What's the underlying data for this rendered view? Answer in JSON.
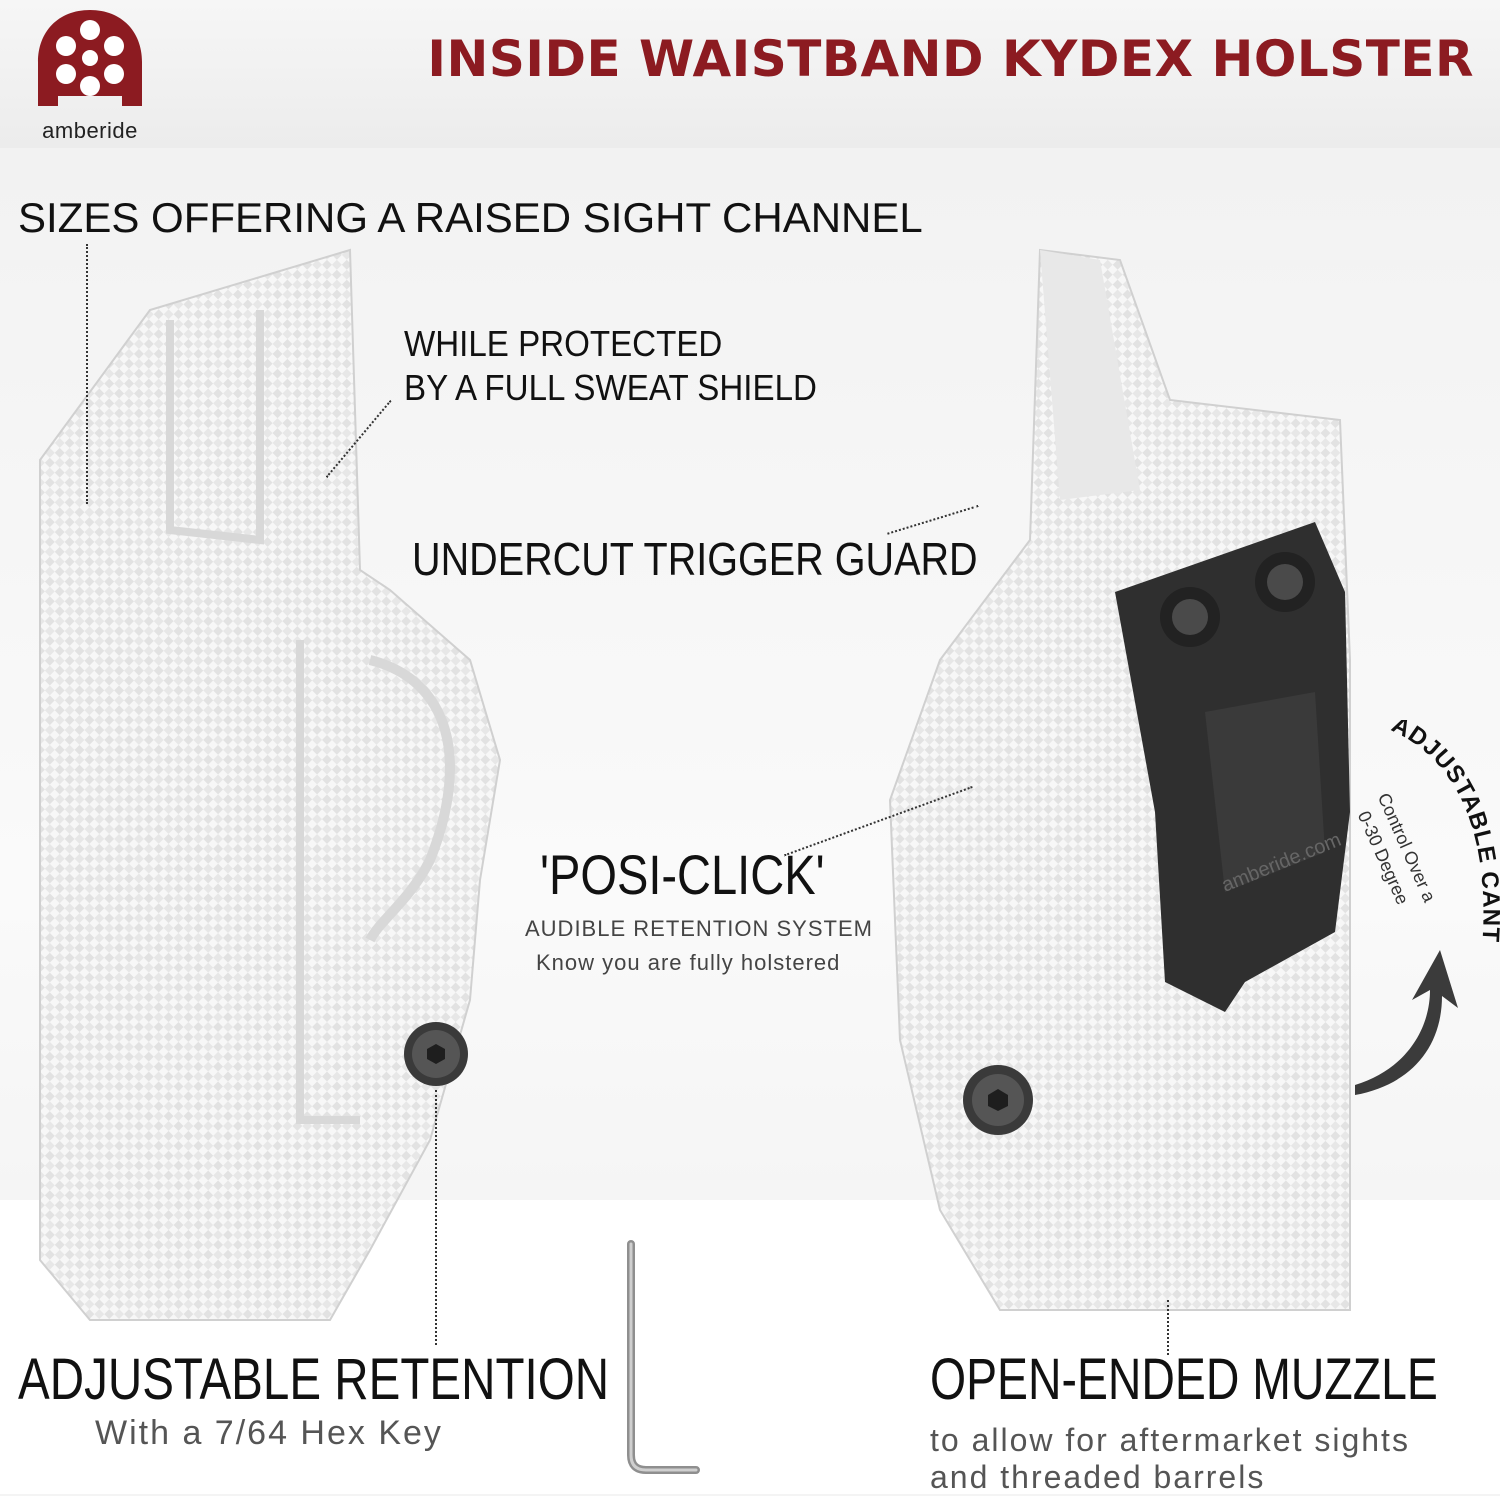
{
  "brand": {
    "logo_text": "amberide",
    "logo_color": "#8c1b21"
  },
  "header": {
    "title": "INSIDE WAISTBAND KYDEX HOLSTER",
    "title_color": "#8c1b21"
  },
  "features": {
    "sight_channel": "SIZES OFFERING A RAISED SIGHT CHANNEL",
    "sweat_shield_line1": "WHILE PROTECTED",
    "sweat_shield_line2": "BY A FULL SWEAT SHIELD",
    "trigger_guard": "UNDERCUT TRIGGER GUARD",
    "posi_click": "'POSI-CLICK'",
    "posi_click_sub": "AUDIBLE RETENTION SYSTEM",
    "posi_click_note": "Know you are fully holstered",
    "adjustable_cant": "ADJUSTABLE CANT",
    "cant_control_line1": "Control Over a",
    "cant_control_line2": "0-30 Degree",
    "clip_brand": "amberide.com",
    "retention": "ADJUSTABLE RETENTION",
    "retention_note": "With a 7/64 Hex Key",
    "muzzle": "OPEN-ENDED MUZZLE",
    "muzzle_note_line1": "to allow for aftermarket sights",
    "muzzle_note_line2": "and threaded barrels"
  },
  "icons": [
    "revolver-cylinder-logo-icon",
    "hex-screw-icon",
    "belt-clip-icon",
    "curved-arrow-icon",
    "hex-key-icon"
  ]
}
